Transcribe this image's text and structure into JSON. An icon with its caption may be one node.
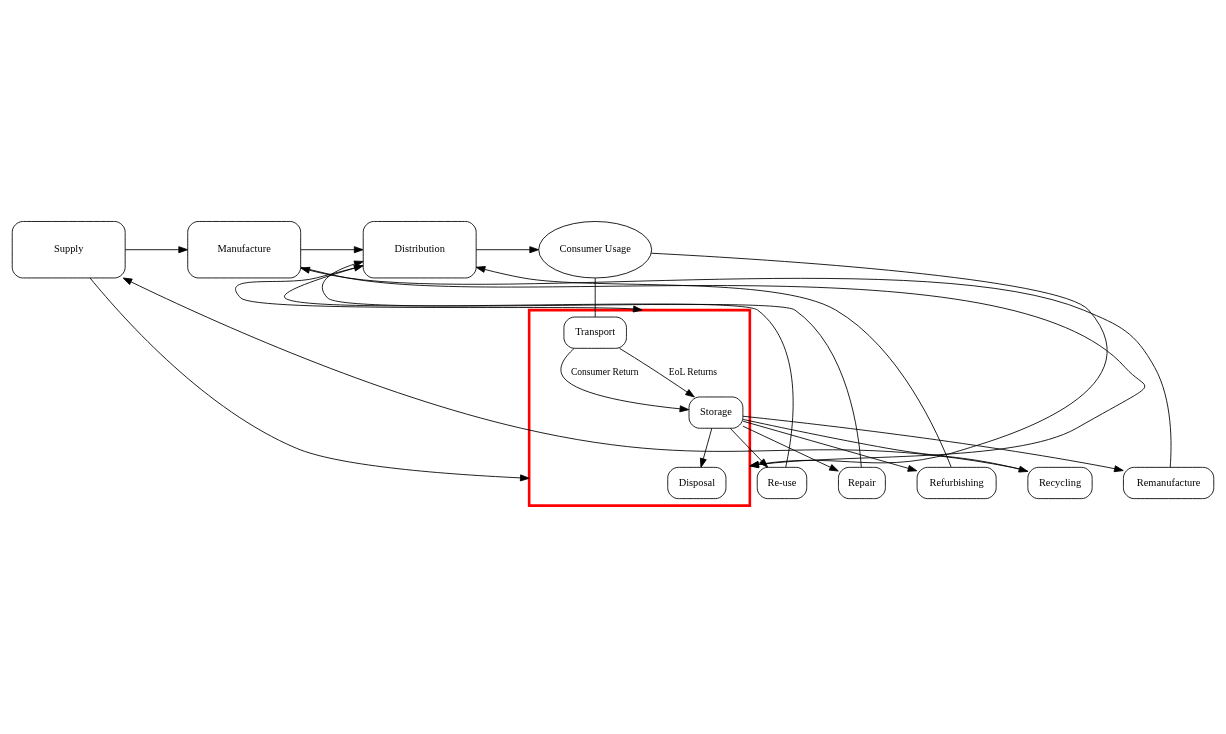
{
  "diagram": {
    "nodes": [
      {
        "text": [
          "Supply"
        ]
      },
      {
        "text": [
          "Manufacture"
        ]
      },
      {
        "text": [
          "Distribution"
        ]
      },
      {
        "text": [
          "Consumer Usage"
        ]
      },
      {
        "text": [],
        "shape": "box"
      },
      {
        "text": [
          "Transport"
        ],
        "in": 4
      },
      {
        "text": [
          "Storage"
        ],
        "in": 4
      },
      {
        "text": [
          "Disposal"
        ],
        "in": 4
      },
      {
        "text": [
          "Re-use"
        ]
      },
      {
        "text": [
          "Repair"
        ]
      },
      {
        "text": [
          "Refurbishing"
        ]
      },
      {
        "text": [
          "Remanufacture"
        ]
      },
      {
        "text": [
          "Recycling"
        ]
      }
    ],
    "edges": [
      {
        "from": 0,
        "to": 1,
        "arrow": "to"
      },
      {
        "from": 1,
        "to": 2,
        "arrow": "to"
      },
      {
        "from": 2,
        "to": 3,
        "arrow": "to"
      },
      {
        "from": 0,
        "to": 4,
        "arrow": "to"
      },
      {
        "from": 1,
        "to": 4,
        "arrow": "to"
      },
      {
        "from": 2,
        "to": 4,
        "arrow": "to"
      },
      {
        "from": 3,
        "to": 4,
        "arrow": "to"
      },
      {
        "from": 3,
        "to": 5,
        "arrow": "none"
      },
      {
        "from": 5,
        "to": 6,
        "arrow": "to",
        "label": "Consumer Return"
      },
      {
        "from": 5,
        "to": 6,
        "arrow": "to",
        "label": "EoL Returns"
      },
      {
        "from": 6,
        "to": 7,
        "arrow": "to"
      },
      {
        "from": 6,
        "to": 8,
        "arrow": "to"
      },
      {
        "from": 6,
        "to": 9,
        "arrow": "to"
      },
      {
        "from": 6,
        "to": 10,
        "arrow": "to"
      },
      {
        "from": 6,
        "to": 11,
        "arrow": "to"
      },
      {
        "from": 6,
        "to": 12,
        "arrow": "to"
      },
      {
        "from": 8,
        "to": 2,
        "arrow": "to"
      },
      {
        "from": 9,
        "to": 2,
        "arrow": "to"
      },
      {
        "from": 10,
        "to": 2,
        "arrow": "to"
      },
      {
        "from": 11,
        "to": 1,
        "arrow": "to"
      },
      {
        "from": 12,
        "to": 0,
        "arrow": "to"
      }
    ]
  }
}
